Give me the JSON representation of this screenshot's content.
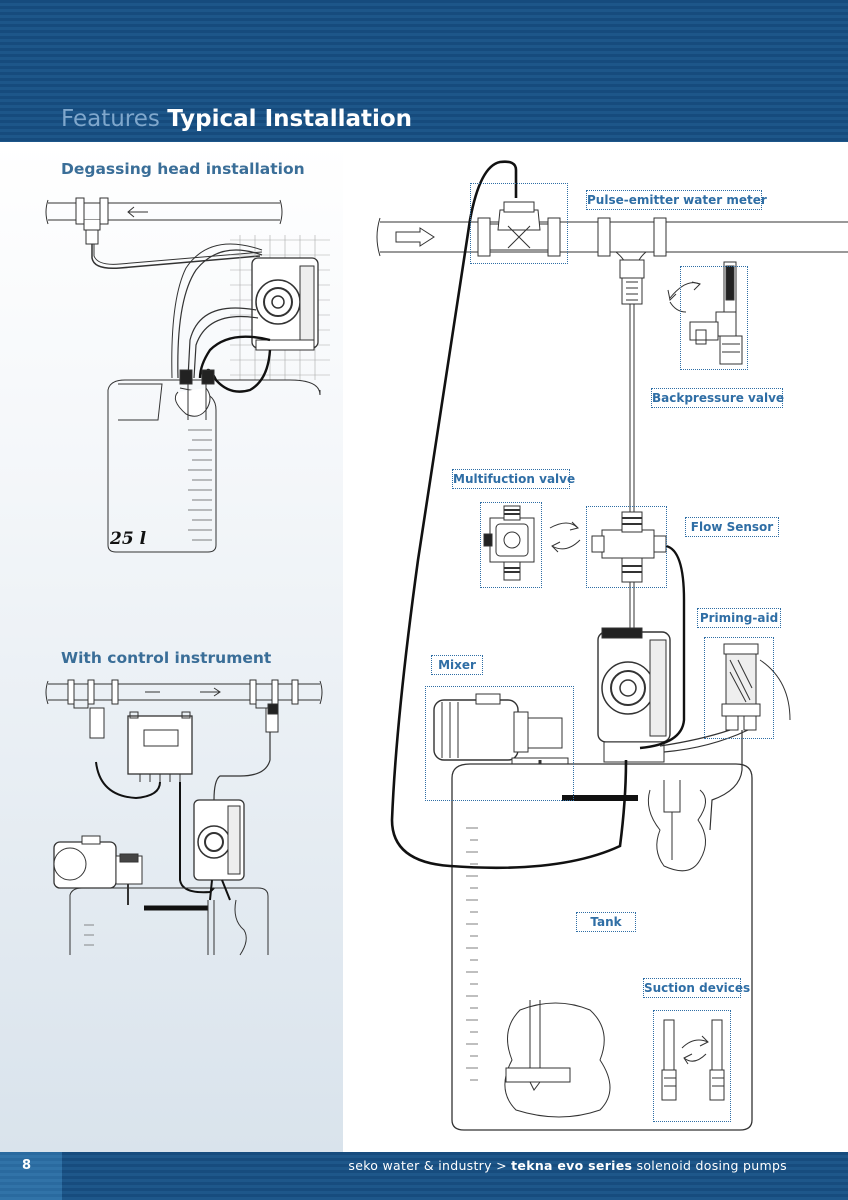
{
  "header": {
    "title_light": "Features",
    "title_bold": "Typical Installation"
  },
  "sections": {
    "degassing_title": "Degassing head installation",
    "control_title": "With control instrument",
    "tank_capacity": "25 l"
  },
  "labels": {
    "pulse_meter": "Pulse-emitter water meter",
    "backpressure": "Backpressure valve",
    "multifunction": "Multifuction valve",
    "flow_sensor": "Flow Sensor",
    "priming_aid": "Priming-aid",
    "mixer": "Mixer",
    "tank": "Tank",
    "suction": "Suction devices"
  },
  "footer": {
    "page_number": "8",
    "brand": "seko water & industry >",
    "series": "tekna evo series",
    "product": "solenoid dosing pumps"
  }
}
